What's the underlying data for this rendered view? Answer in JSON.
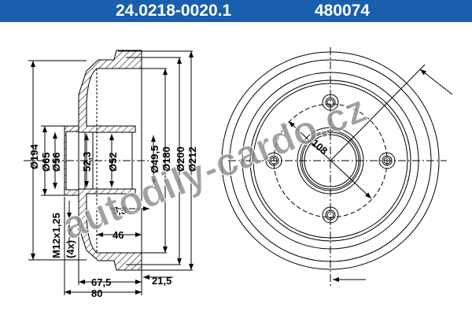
{
  "header": {
    "part_number": "24.0218-0020.1",
    "reference": "480074",
    "background": "#1a5fae"
  },
  "side_view": {
    "dimensions": {
      "d194": "Ø194",
      "d65": "Ø65",
      "d56": "Ø56",
      "len52_3": "52,3",
      "d52": "Ø52",
      "d49_5": "Ø49,5",
      "d180": "Ø180",
      "d200": "Ø200",
      "d212": "Ø212",
      "len5_5": "5,5",
      "len46": "46",
      "thread": "M12x1,25",
      "count": "(4x)",
      "len67_5": "67,5",
      "len80": "80",
      "len21_5": "21,5"
    }
  },
  "front_view": {
    "pcd": "108"
  },
  "watermark": "autodily-cardo.cz"
}
